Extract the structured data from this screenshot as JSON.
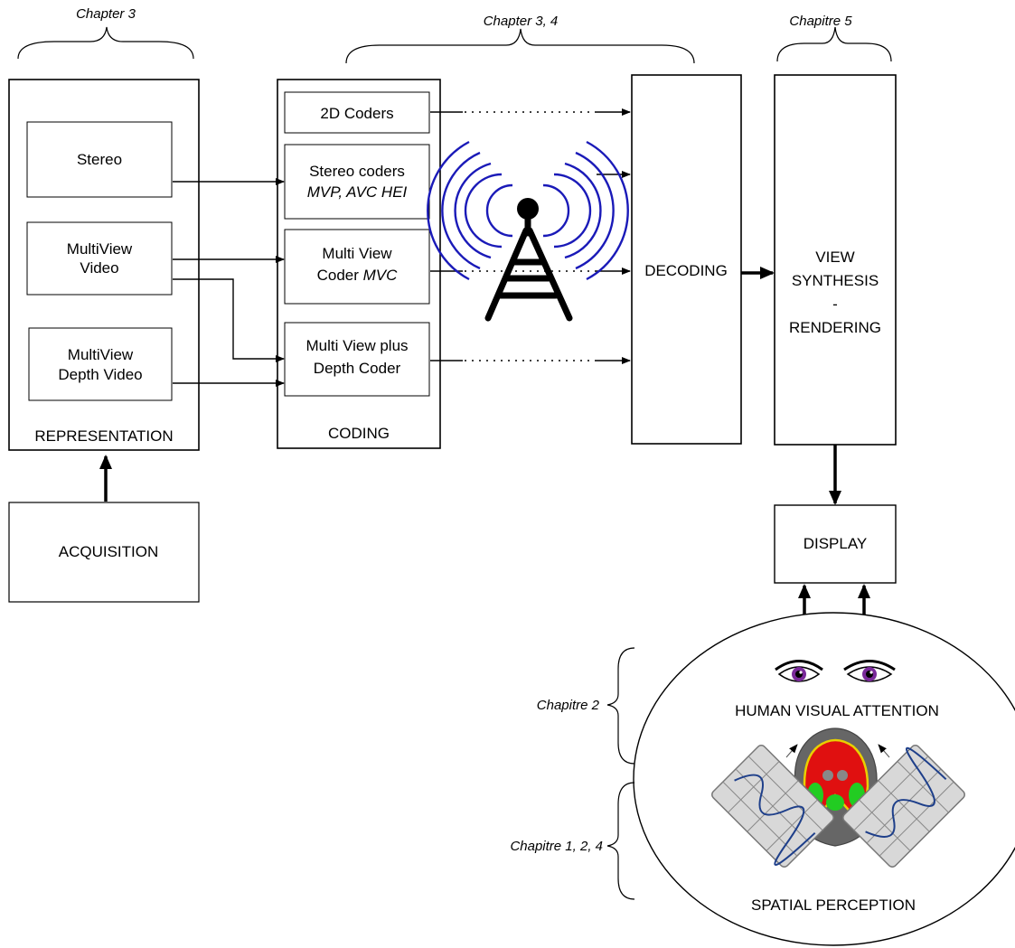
{
  "chapters": {
    "representation": "Chapter 3",
    "coding": "Chapter 3, 4",
    "synthesis": "Chapitre 5",
    "attention": "Chapitre 2",
    "perception": "Chapitre 1, 2, 4"
  },
  "representation": {
    "title": "REPRESENTATION",
    "stereo": "Stereo",
    "multiview_line1": "MultiView",
    "multiview_line2": "Video",
    "depth_line1": "MultiView",
    "depth_line2": "Depth Video"
  },
  "acquisition": "ACQUISITION",
  "coding": {
    "title": "CODING",
    "coders_2d": "2D Coders",
    "stereo_line1": "Stereo coders",
    "stereo_line2": "MVP, AVC HEI",
    "mvc_line1": "Multi View",
    "mvc_line2a": "Coder ",
    "mvc_line2b": "MVC",
    "mvd_line1": "Multi View plus",
    "mvd_line2": "Depth Coder"
  },
  "decoding": "DECODING",
  "synthesis": {
    "line1": "VIEW",
    "line2": "SYNTHESIS",
    "line3": "-",
    "line4": "RENDERING"
  },
  "display": "DISPLAY",
  "human": {
    "attention": "HUMAN VISUAL ATTENTION",
    "perception": "SPATIAL PERCEPTION"
  },
  "colors": {
    "antenna_waves": "#1a1ab8",
    "brain_red": "#e01010",
    "brain_green": "#22cc22",
    "head_gray": "#666666",
    "iris": "#7a2a9a"
  }
}
